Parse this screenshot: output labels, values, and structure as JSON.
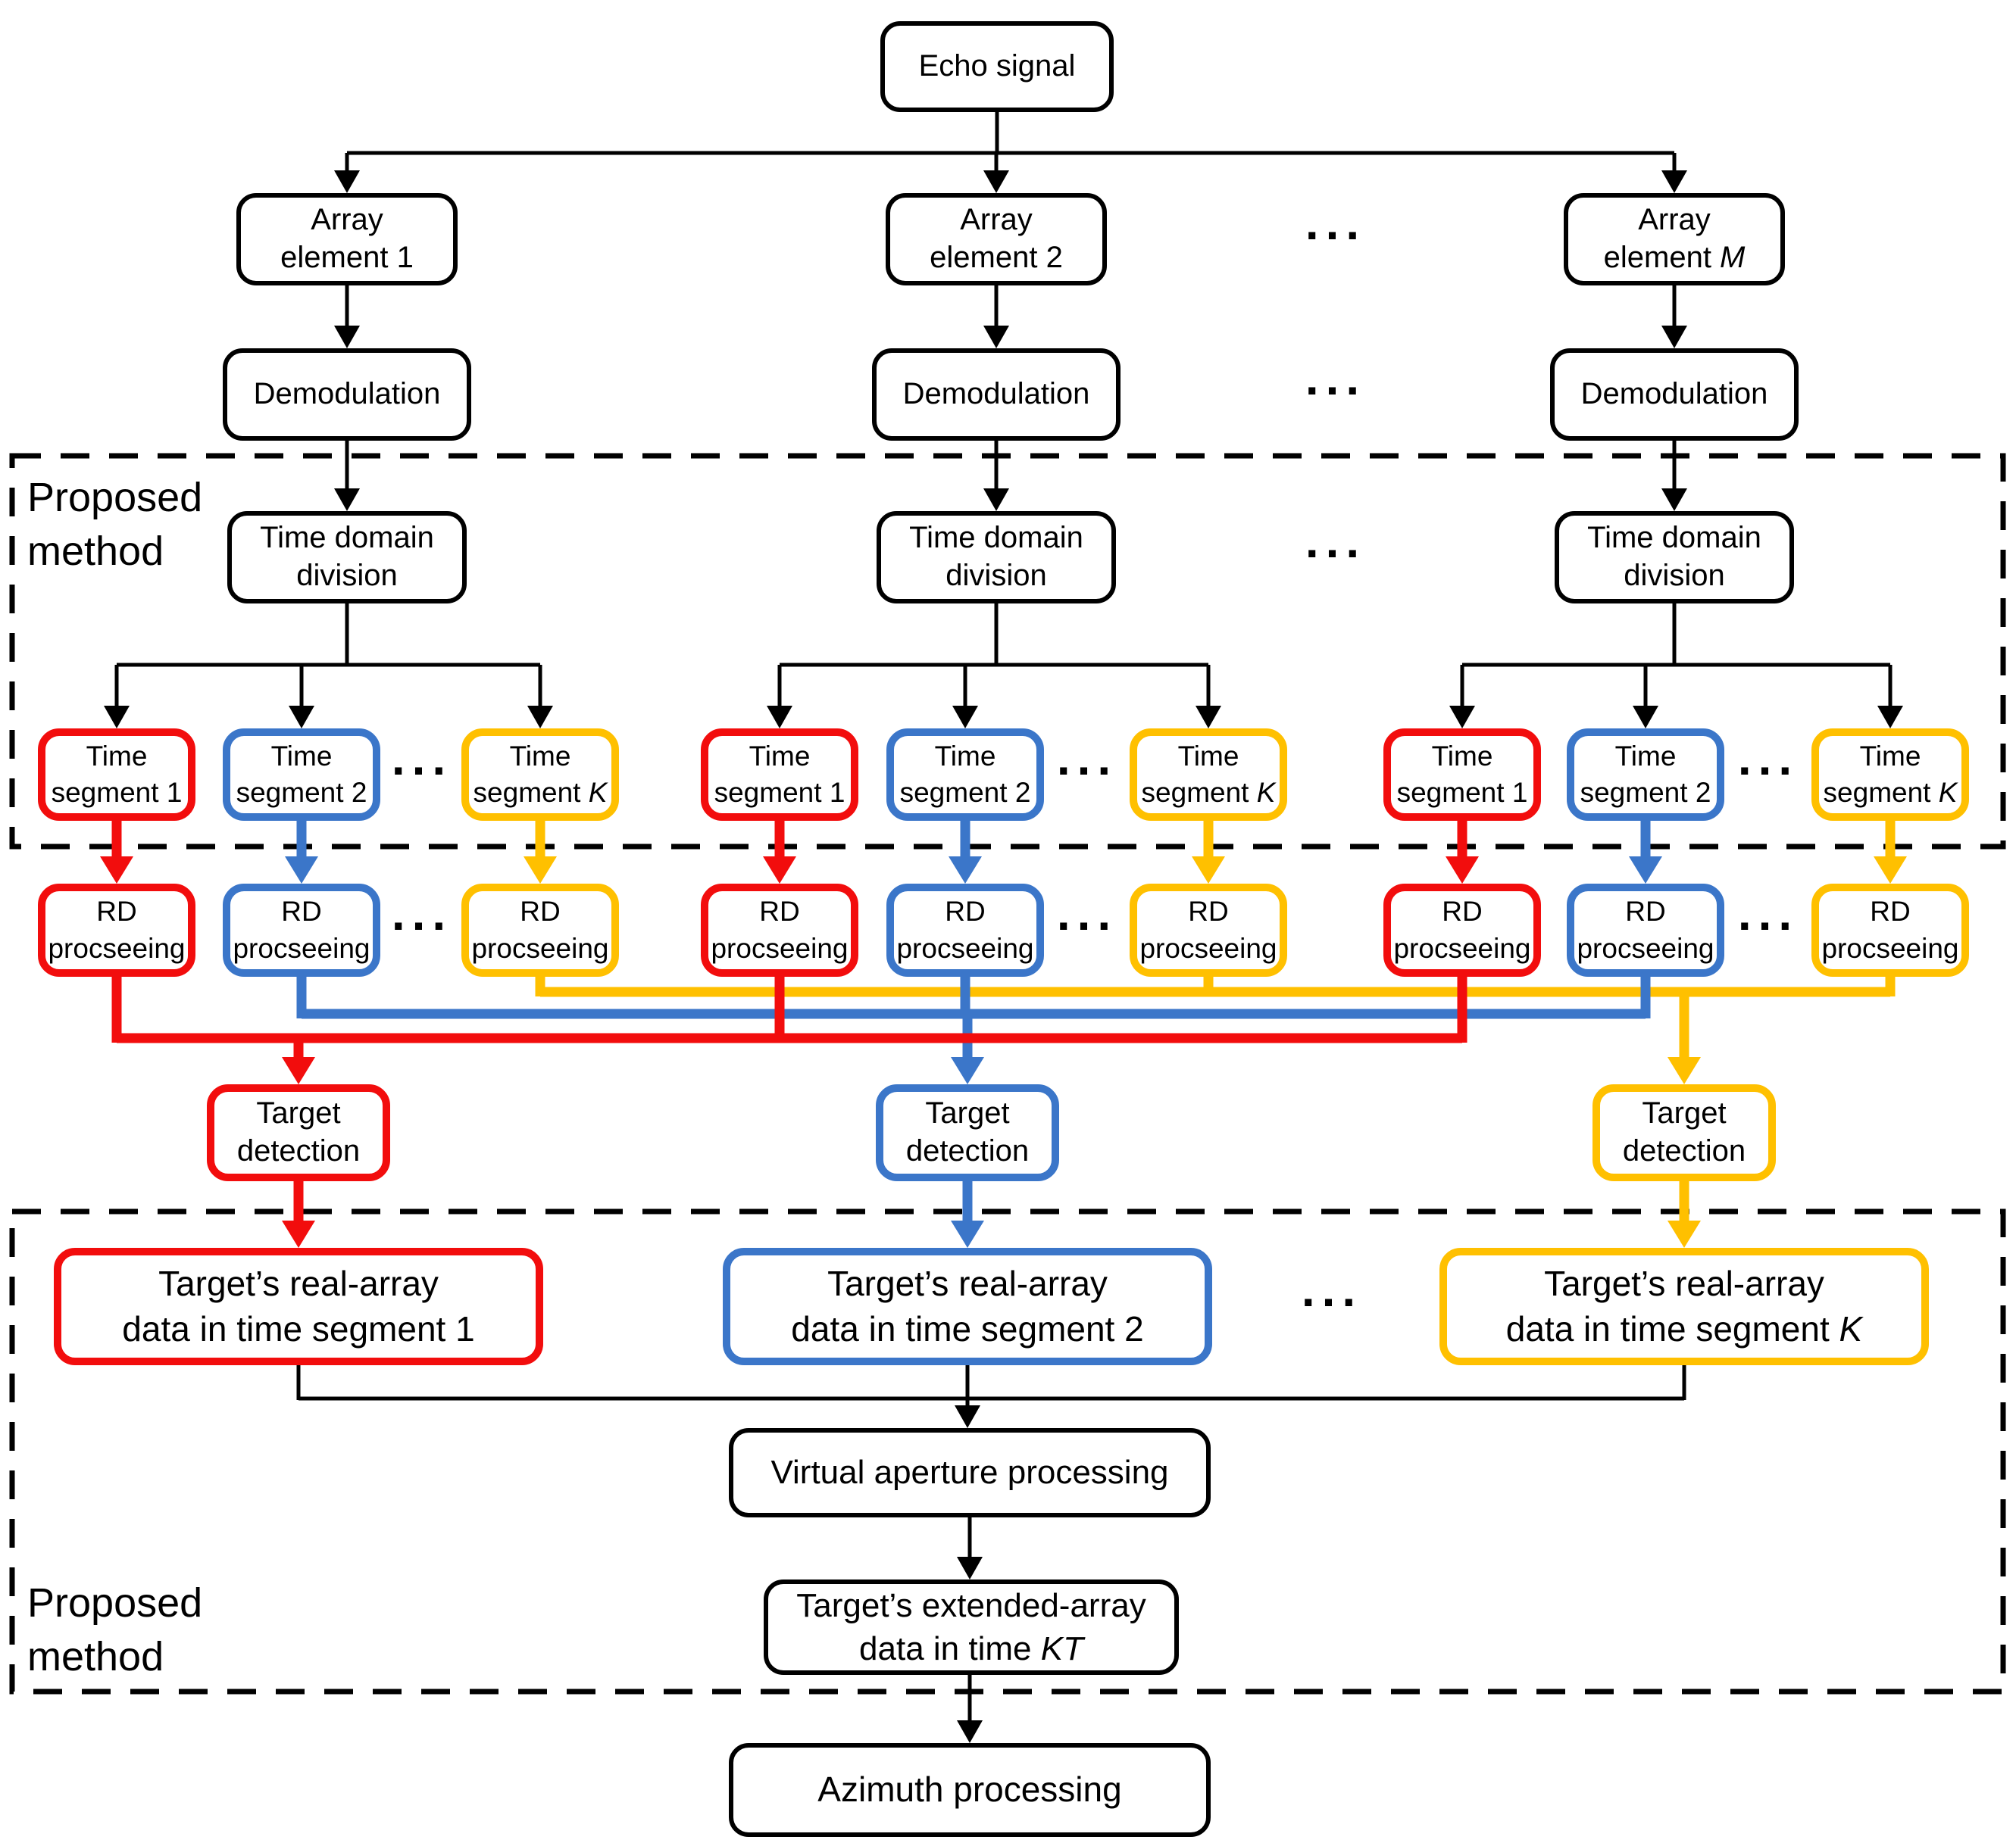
{
  "palette": {
    "red": "#f20d0d",
    "blue": "#3b76c9",
    "yellow": "#ffc000",
    "black": "#000000"
  },
  "ellipsis": "...",
  "proposed_label": {
    "line1": "Proposed",
    "line2": "method"
  },
  "echo": {
    "label": "Echo signal"
  },
  "array_elements": [
    {
      "line1": "Array",
      "line2_text": "element ",
      "line2_var": "1"
    },
    {
      "line1": "Array",
      "line2_text": "element ",
      "line2_var": "2"
    },
    {
      "line1": "Array",
      "line2_text": "element ",
      "line2_var": "M"
    }
  ],
  "demodulation": {
    "label": "Demodulation"
  },
  "time_domain_division": {
    "line1": "Time domain",
    "line2": "division"
  },
  "time_segments": [
    {
      "line1": "Time",
      "line2_text": "segment ",
      "line2_var": "1"
    },
    {
      "line1": "Time",
      "line2_text": "segment ",
      "line2_var": "2"
    },
    {
      "line1": "Time",
      "line2_text": "segment ",
      "line2_var": "K"
    }
  ],
  "rd_processing": {
    "line1": "RD",
    "line2": "procseeing"
  },
  "target_detection": {
    "line1": "Target",
    "line2": "detection"
  },
  "real_array": [
    {
      "line1": "Target’s real-array",
      "line2_text": "data in time segment ",
      "line2_var": "1"
    },
    {
      "line1": "Target’s real-array",
      "line2_text": "data in time segment ",
      "line2_var": "2"
    },
    {
      "line1": "Target’s real-array",
      "line2_text": "data in time segment ",
      "line2_var": "K"
    }
  ],
  "virtual_aperture": {
    "label": "Virtual aperture processing"
  },
  "extended_array": {
    "line1": "Target’s extended-array",
    "line2_text": "data in time ",
    "line2_var": "KT"
  },
  "azimuth": {
    "label": "Azimuth processing"
  }
}
